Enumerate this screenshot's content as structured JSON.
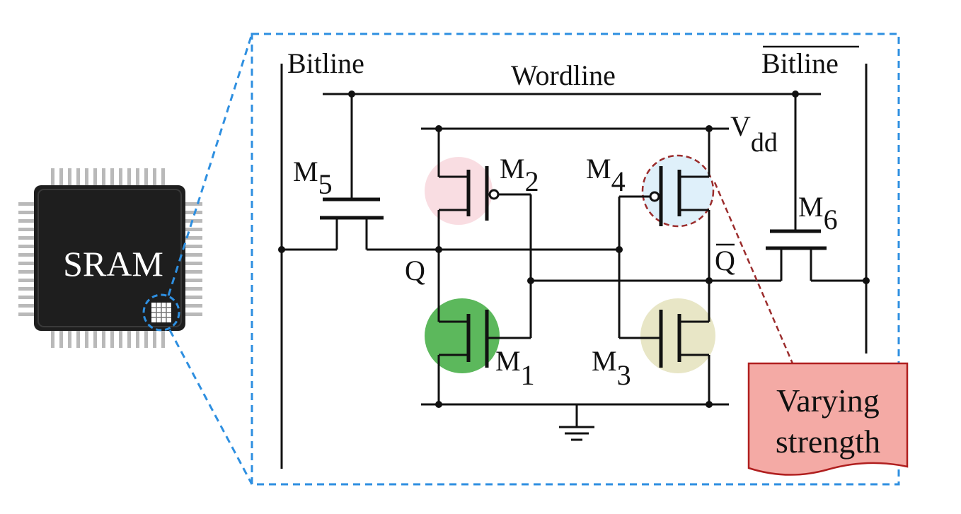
{
  "chip": {
    "label": "SRAM"
  },
  "lines": {
    "bitline": "Bitline",
    "bitline_bar": "Bitline",
    "wordline": "Wordline",
    "vdd_base": "V",
    "vdd_sub": "dd"
  },
  "nodes": {
    "q": "Q",
    "q_bar": "Q"
  },
  "transistors": [
    {
      "id": "m1",
      "base": "M",
      "sub": "1"
    },
    {
      "id": "m2",
      "base": "M",
      "sub": "2"
    },
    {
      "id": "m3",
      "base": "M",
      "sub": "3"
    },
    {
      "id": "m4",
      "base": "M",
      "sub": "4"
    },
    {
      "id": "m5",
      "base": "M",
      "sub": "5"
    },
    {
      "id": "m6",
      "base": "M",
      "sub": "6"
    }
  ],
  "callout": {
    "line1": "Varying",
    "line2": "strength"
  },
  "colors": {
    "zoom_frame": "#2e8fe0",
    "m1_fill": "#5cb85c",
    "m2_fill": "#f9dde2",
    "m3_fill": "#e8e6c6",
    "m4_fill": "#dff0fa",
    "m4_outline": "#9b2c2c",
    "callout_fill": "#f4aaa5",
    "callout_border": "#b01f1f",
    "chip_body": "#1e1e1e"
  }
}
